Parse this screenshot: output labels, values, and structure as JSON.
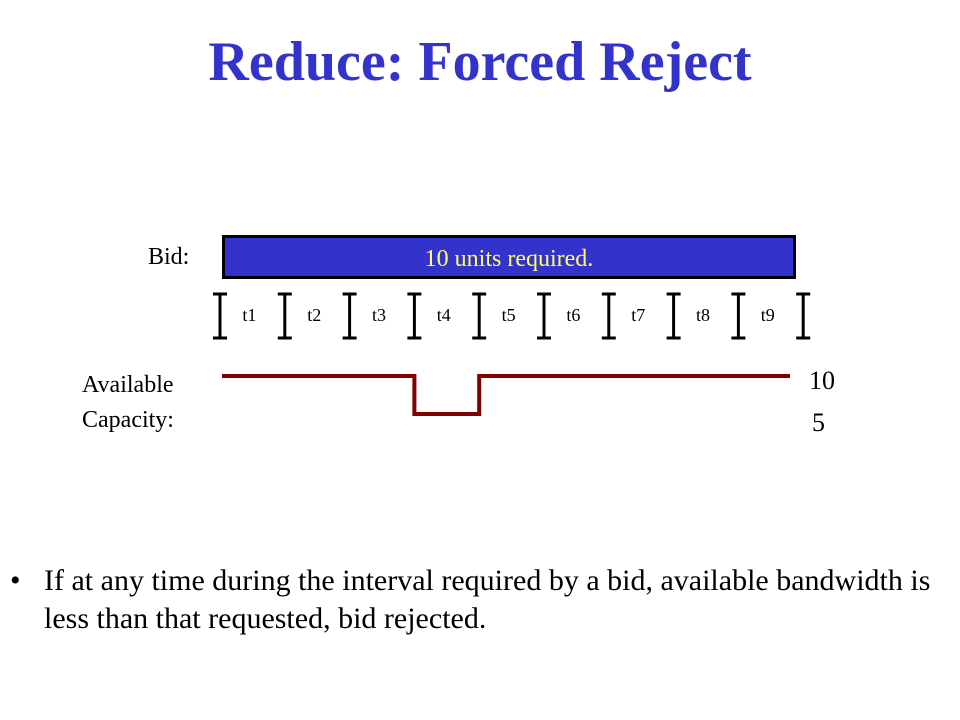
{
  "slide": {
    "title": "Reduce: Forced Reject"
  },
  "diagram": {
    "bid_label": "Bid:",
    "bid_text": "10 units required.",
    "time_slots": [
      "t1",
      "t2",
      "t3",
      "t4",
      "t5",
      "t6",
      "t7",
      "t8",
      "t9"
    ],
    "available_label_line1": "Available",
    "available_label_line2": "Capacity:",
    "capacity_high": "10",
    "capacity_low": "5",
    "capacity_profile": [
      10,
      10,
      10,
      5,
      10,
      10,
      10,
      10,
      10
    ],
    "colors": {
      "title": "#3333cc",
      "bid_bar": "#3333cc",
      "bid_text": "#ffff66",
      "capacity_line": "#800000"
    }
  },
  "bullets": [
    "If at any time during the interval required by a bid, available bandwidth is less than that requested, bid rejected."
  ]
}
